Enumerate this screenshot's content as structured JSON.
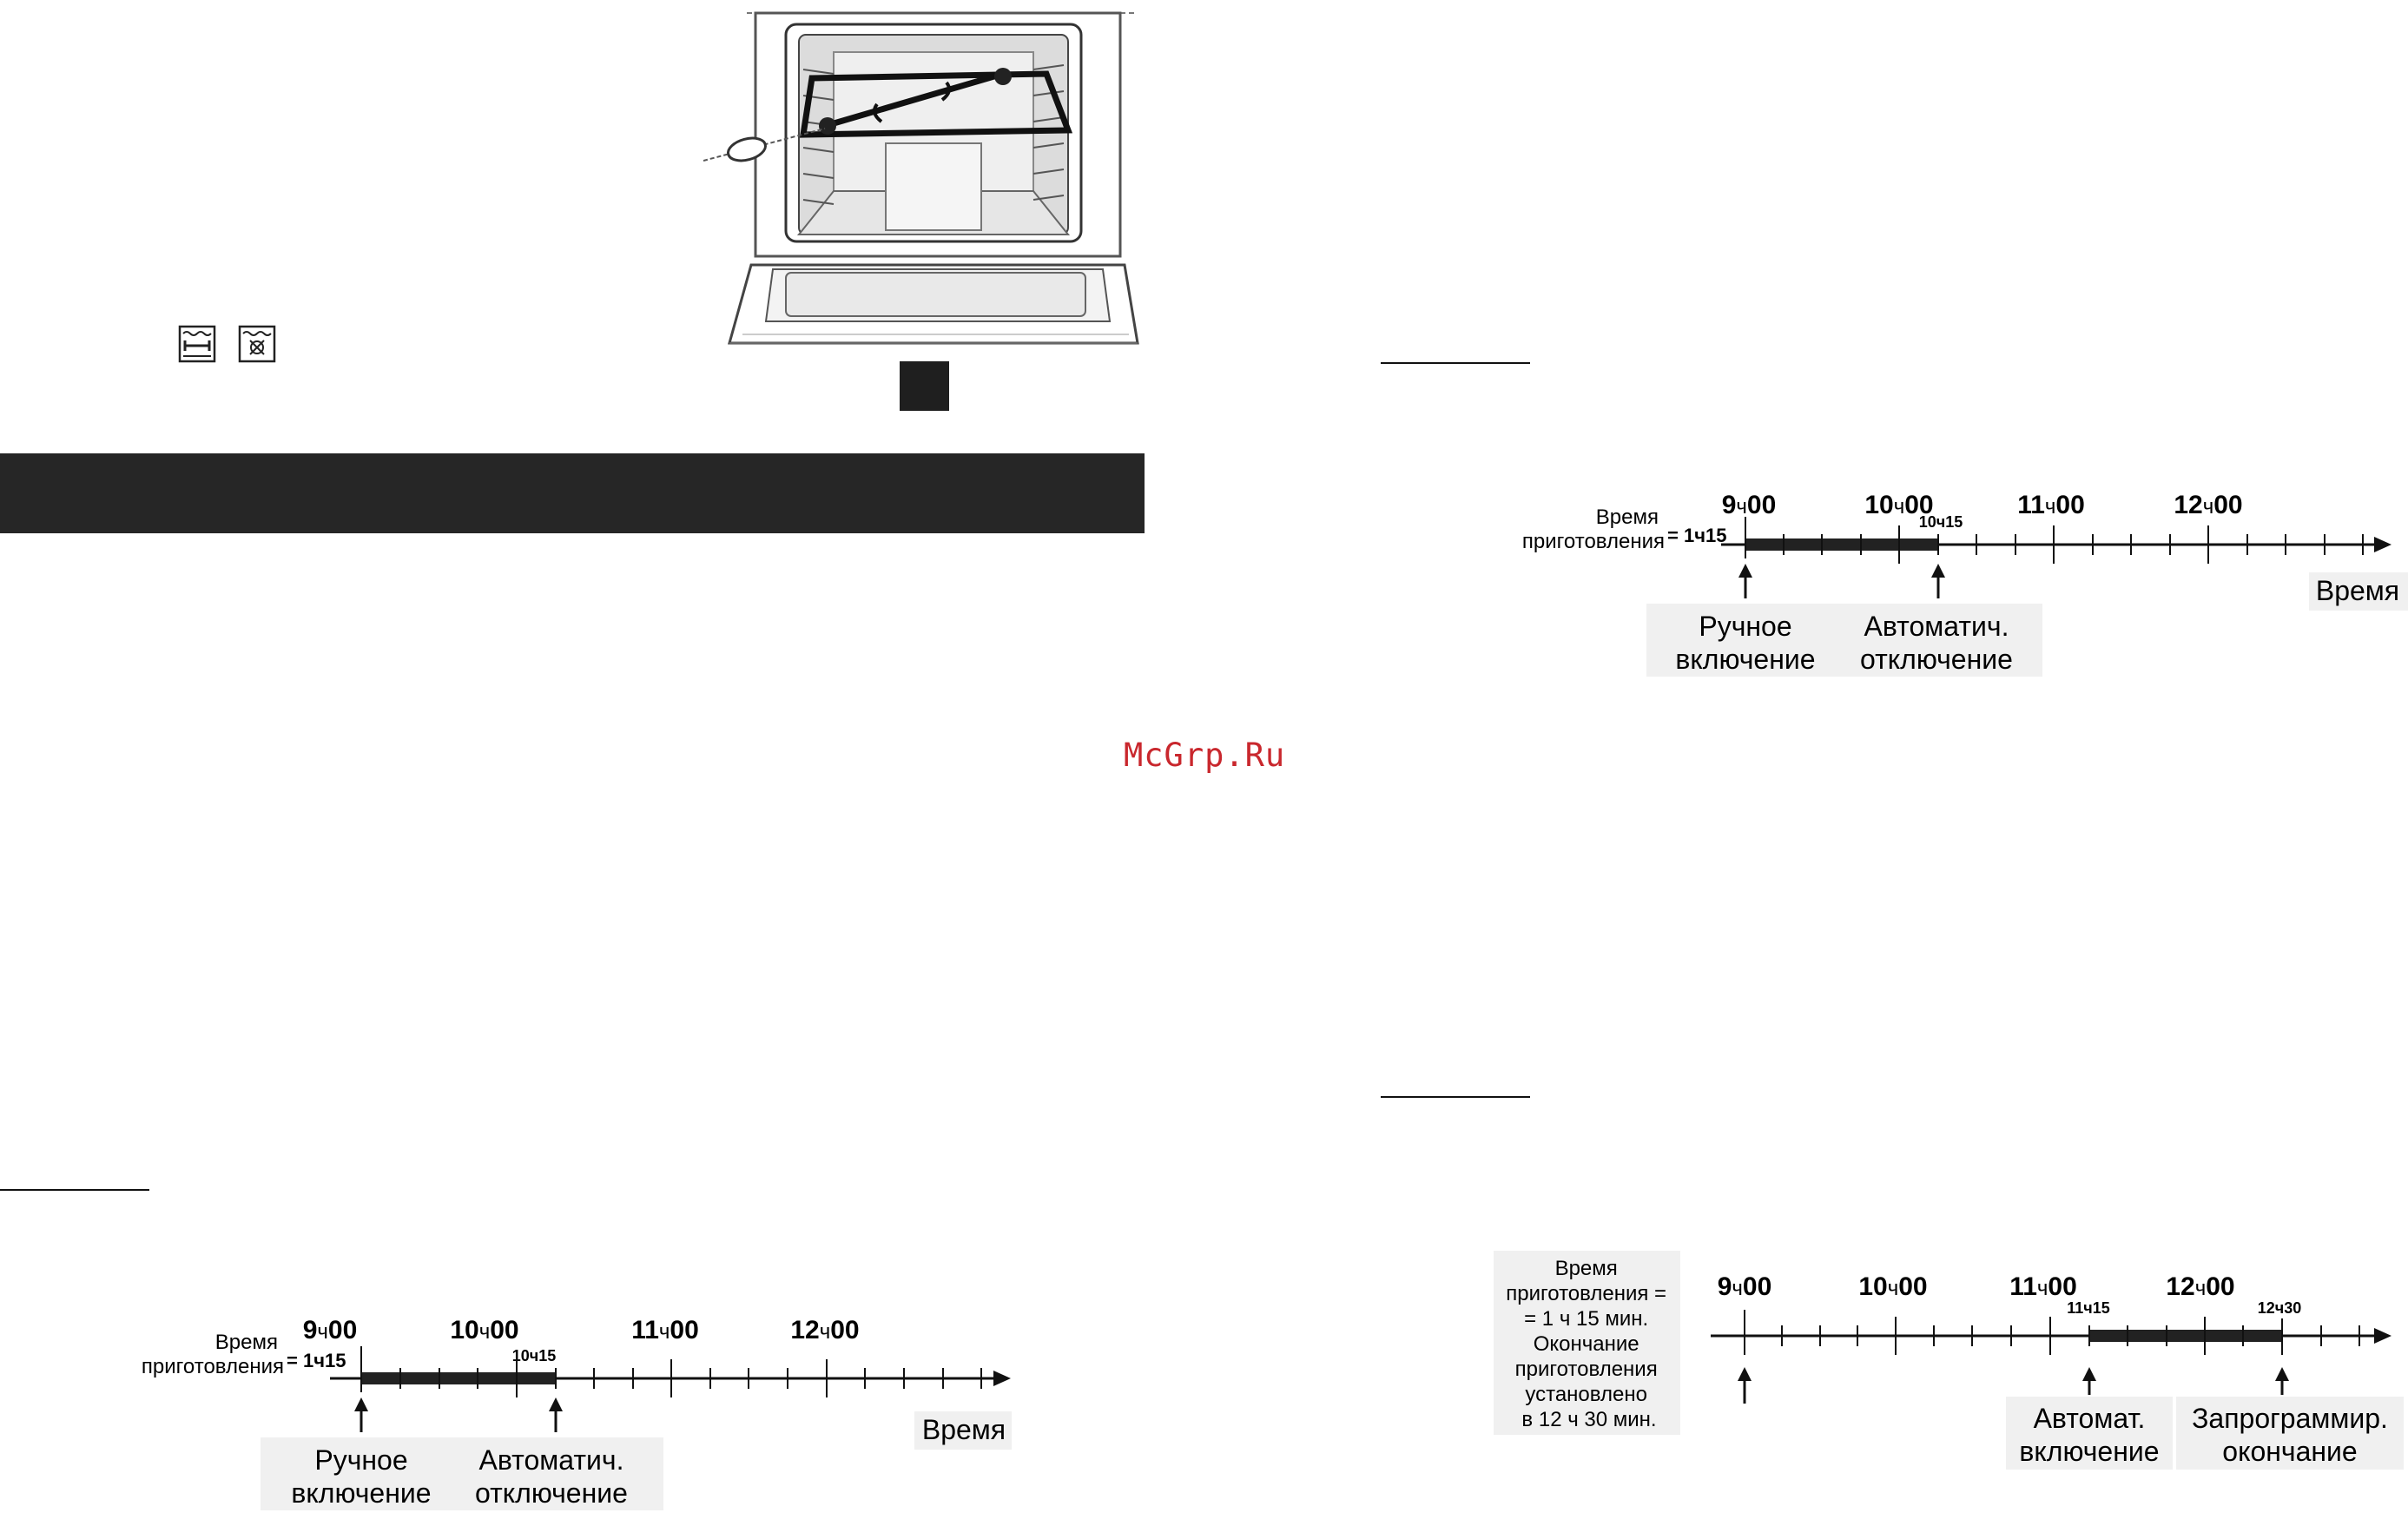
{
  "watermark": "McGrp.Ru",
  "timelines": [
    {
      "id": "timeline-1",
      "ticks": [
        {
          "h": "9",
          "m": "00"
        },
        {
          "h": "10",
          "m": "00"
        },
        {
          "h": "11",
          "m": "00"
        },
        {
          "h": "12",
          "m": "00"
        }
      ],
      "cook_time_lines": [
        "Время",
        "приготовления"
      ],
      "cook_time_eq": "= 1ч15",
      "end_mark": "10ч15",
      "axis_label": "Время",
      "start_label": [
        "Ручное",
        "включение"
      ],
      "stop_label": [
        "Автоматич.",
        "отключение"
      ]
    },
    {
      "id": "timeline-2",
      "ticks": [
        {
          "h": "9",
          "m": "00"
        },
        {
          "h": "10",
          "m": "00"
        },
        {
          "h": "11",
          "m": "00"
        },
        {
          "h": "12",
          "m": "00"
        }
      ],
      "cook_time_lines": [
        "Время",
        "приготовления"
      ],
      "cook_time_eq": "= 1ч15",
      "end_mark": "10ч15",
      "axis_label": "Время",
      "start_label": [
        "Ручное",
        "включение"
      ],
      "stop_label": [
        "Автоматич.",
        "отключение"
      ]
    },
    {
      "id": "timeline-3",
      "ticks": [
        {
          "h": "9",
          "m": "00"
        },
        {
          "h": "10",
          "m": "00"
        },
        {
          "h": "11",
          "m": "00"
        },
        {
          "h": "12",
          "m": "00"
        }
      ],
      "description_lines": [
        "Время",
        "приготовления =",
        "= 1 ч 15 мин.",
        "Окончание",
        "приготовления",
        "установлено",
        "в 12 ч 30 мин."
      ],
      "start_mark": "11ч15",
      "end_mark": "12ч30",
      "start_label": [
        "Автомат.",
        "включение"
      ],
      "stop_label": [
        "Запрограммир.",
        "окончание"
      ]
    }
  ]
}
